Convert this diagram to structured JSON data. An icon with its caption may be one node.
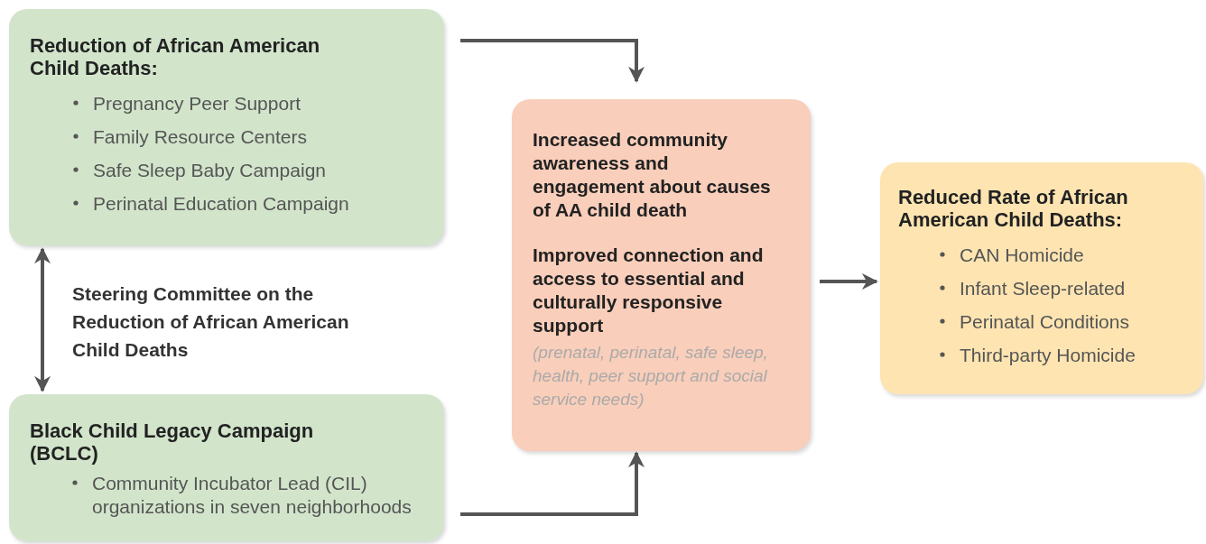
{
  "diagram": {
    "nodes": [
      {
        "text": [
          "Reduction of African American Child Deaths:",
          "Pregnancy Peer Support",
          "Family Resource Centers",
          "Safe Sleep Baby Campaign",
          "Perinatal  Education Campaign"
        ]
      },
      {
        "text": [
          "Black Child Legacy Campaign (BCLC)",
          "Community Incubator Lead (CIL) organizations in seven neighborhoods"
        ]
      },
      {
        "text": [
          "Increased community awareness and engagement about causes of AA child death",
          "Improved connection and access to essential and culturally responsive support",
          "(prenatal, perinatal, safe sleep, health, peer support and social service needs)"
        ]
      },
      {
        "text": [
          "Reduced Rate of African American Child Deaths:",
          "CAN Homicide",
          "Infant Sleep-related",
          "Perinatal Conditions",
          "Third-party Homicide"
        ]
      }
    ],
    "edges": [
      {
        "from": 0,
        "to": 1,
        "arrow": "both",
        "label": "Steering Committee on the Reduction of African American Child Deaths"
      },
      {
        "from": 0,
        "to": 2,
        "arrow": "to"
      },
      {
        "from": 1,
        "to": 2,
        "arrow": "to"
      },
      {
        "from": 2,
        "to": 3,
        "arrow": "to"
      }
    ]
  }
}
